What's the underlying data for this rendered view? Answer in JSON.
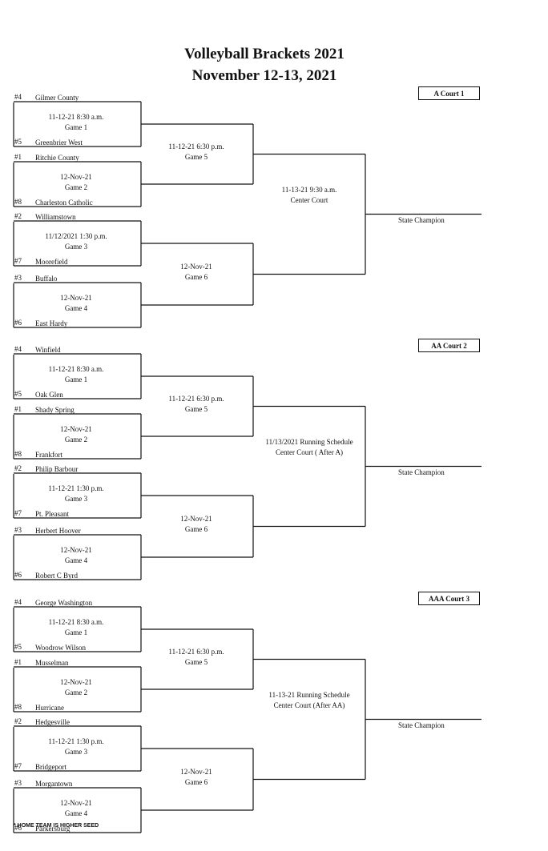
{
  "header": {
    "title": "Volleyball Brackets 2021",
    "subtitle": "November 12-13, 2021"
  },
  "brackets": [
    {
      "court": "A Court 1",
      "teams": [
        {
          "seed": "#4",
          "name": "Gilmer County"
        },
        {
          "seed": "#5",
          "name": "Greenbrier West"
        },
        {
          "seed": "#1",
          "name": "Ritchie County"
        },
        {
          "seed": "#8",
          "name": "Charleston Catholic"
        },
        {
          "seed": "#2",
          "name": "Williamstown"
        },
        {
          "seed": "#7",
          "name": "Moorefield"
        },
        {
          "seed": "#3",
          "name": "Buffalo"
        },
        {
          "seed": "#6",
          "name": "East Hardy"
        }
      ],
      "round1": [
        {
          "time": "11-12-21  8:30 a.m.",
          "game": "Game 1"
        },
        {
          "time": "12-Nov-21",
          "game": "Game 2"
        },
        {
          "time": "11/12/2021  1:30 p.m.",
          "game": "Game 3"
        },
        {
          "time": "12-Nov-21",
          "game": "Game 4"
        }
      ],
      "round2": [
        {
          "time": "11-12-21  6:30 p.m.",
          "game": "Game 5"
        },
        {
          "time": "12-Nov-21",
          "game": "Game 6"
        }
      ],
      "final": {
        "line1": "11-13-21 9:30 a.m.",
        "line2": "Center Court"
      },
      "champion": "State Champion"
    },
    {
      "court": "AA Court 2",
      "teams": [
        {
          "seed": "#4",
          "name": "Winfield"
        },
        {
          "seed": "#5",
          "name": "Oak Glen"
        },
        {
          "seed": "#1",
          "name": "Shady Spring"
        },
        {
          "seed": "#8",
          "name": "Frankfort"
        },
        {
          "seed": "#2",
          "name": "Philip Barbour"
        },
        {
          "seed": "#7",
          "name": "Pt. Pleasant"
        },
        {
          "seed": "#3",
          "name": "Herbert Hoover"
        },
        {
          "seed": "#6",
          "name": "Robert C Byrd"
        }
      ],
      "round1": [
        {
          "time": "11-12-21  8:30 a.m.",
          "game": "Game 1"
        },
        {
          "time": "12-Nov-21",
          "game": "Game 2"
        },
        {
          "time": "11-12-21 1:30 p.m.",
          "game": "Game 3"
        },
        {
          "time": "12-Nov-21",
          "game": "Game 4"
        }
      ],
      "round2": [
        {
          "time": "11-12-21  6:30 p.m.",
          "game": "Game 5"
        },
        {
          "time": "12-Nov-21",
          "game": "Game 6"
        }
      ],
      "final": {
        "line1": "11/13/2021  Running Schedule",
        "line2": "Center Court  ( After A)"
      },
      "champion": "State Champion"
    },
    {
      "court": "AAA Court 3",
      "teams": [
        {
          "seed": "#4",
          "name": "George Washington"
        },
        {
          "seed": "#5",
          "name": "Woodrow Wilson"
        },
        {
          "seed": "#1",
          "name": "Musselman"
        },
        {
          "seed": "#8",
          "name": "Hurricane"
        },
        {
          "seed": "#2",
          "name": "Hedgesville"
        },
        {
          "seed": "#7",
          "name": "Bridgeport"
        },
        {
          "seed": "#3",
          "name": "Morgantown"
        },
        {
          "seed": "#6",
          "name": "Parkersburg"
        }
      ],
      "round1": [
        {
          "time": "11-12-21  8:30 a.m.",
          "game": "Game 1"
        },
        {
          "time": "12-Nov-21",
          "game": "Game 2"
        },
        {
          "time": "11-12-21  1:30 p.m.",
          "game": "Game 3"
        },
        {
          "time": "12-Nov-21",
          "game": "Game 4"
        }
      ],
      "round2": [
        {
          "time": "11-12-21  6:30 p.m.",
          "game": "Game 5"
        },
        {
          "time": "12-Nov-21",
          "game": "Game 6"
        }
      ],
      "final": {
        "line1": "11-13-21  Running Schedule",
        "line2": "Center Court  (After AA)"
      },
      "champion": "State Champion"
    }
  ],
  "footnote": "* HOME TEAM IS HIGHER SEED"
}
